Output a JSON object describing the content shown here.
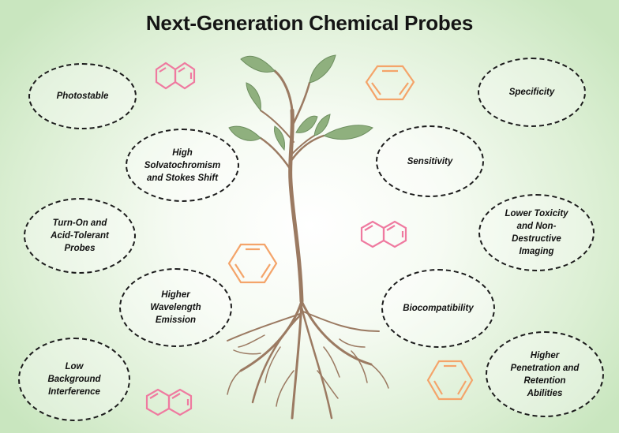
{
  "title": "Next-Generation Chemical Probes",
  "properties": [
    {
      "label": "Photostable"
    },
    {
      "label": "High\nSolvatochromism\nand Stokes Shift"
    },
    {
      "label": "Turn-On and\nAcid-Tolerant\nProbes"
    },
    {
      "label": "Higher\nWavelength\nEmission"
    },
    {
      "label": "Low\nBackground\nInterference"
    },
    {
      "label": "Specificity"
    },
    {
      "label": "Sensitivity"
    },
    {
      "label": "Lower Toxicity\nand Non-\nDestructive\nImaging"
    },
    {
      "label": "Biocompatibility"
    },
    {
      "label": "Higher\nPenetration and\nRetention\nAbilities"
    }
  ],
  "colors": {
    "naphthalene": "#ef7aa0",
    "benzene": "#f4a46a",
    "stem": "#9b7a62",
    "leaf": "#8fb07e"
  },
  "icons": [
    "plant-icon",
    "naphthalene-icon",
    "benzene-icon"
  ]
}
